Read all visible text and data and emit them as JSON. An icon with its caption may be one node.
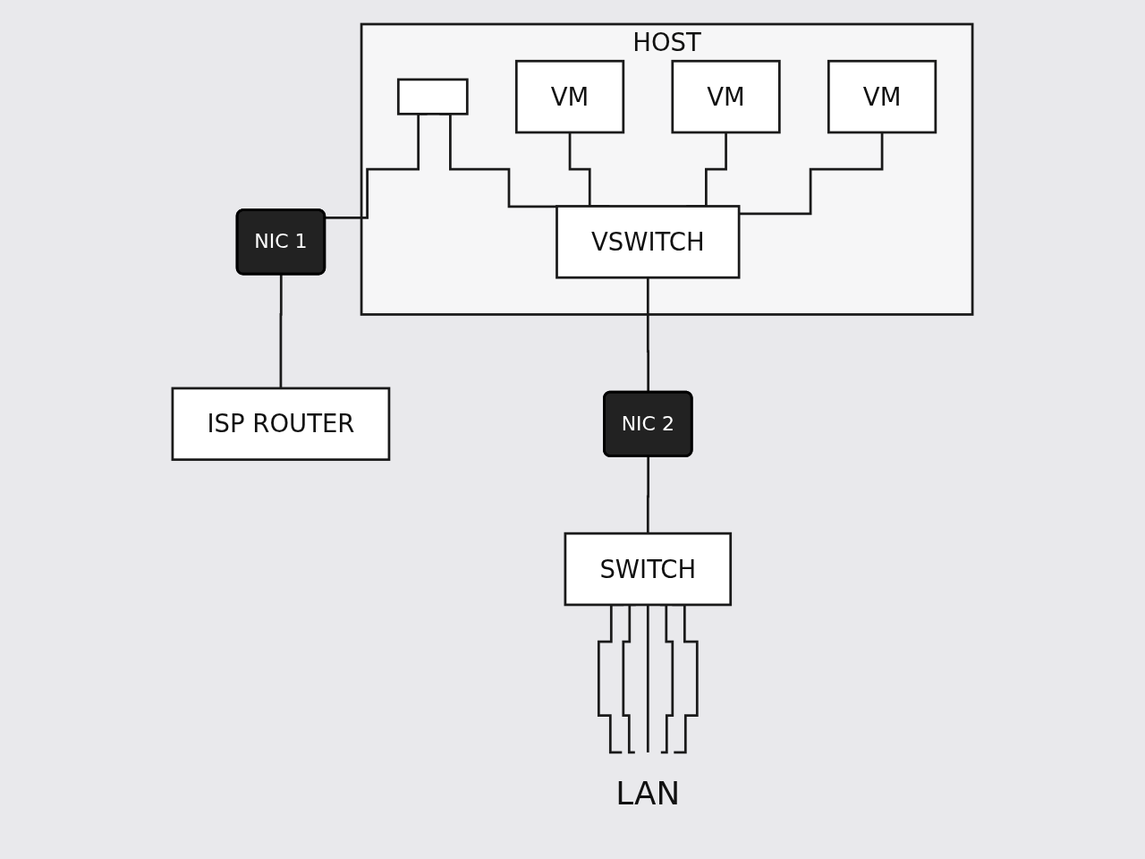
{
  "diagram": {
    "nodes": [
      {
        "text": [
          "HOST"
        ]
      },
      {
        "text": [],
        "shape": "box",
        "in": 0
      },
      {
        "text": [
          "VM"
        ],
        "in": 0
      },
      {
        "text": [
          "VSWITCH"
        ],
        "in": 0
      },
      {
        "text": [
          "VM"
        ],
        "in": 0
      },
      {
        "text": [
          "VM"
        ],
        "in": 0
      },
      {
        "text": [
          "NIC 1"
        ]
      },
      {
        "text": [
          "NIC 2"
        ]
      },
      {
        "text": [
          "ISP ROUTER"
        ]
      },
      {
        "text": [
          "SWITCH"
        ]
      },
      {
        "text": [
          "LAN"
        ]
      }
    ],
    "edges": [
      {
        "from": 1,
        "to": 6,
        "arrow": "none"
      },
      {
        "from": 6,
        "to": 8,
        "arrow": "none"
      },
      {
        "from": 1,
        "to": 3,
        "arrow": "none"
      },
      {
        "from": 2,
        "to": 3,
        "arrow": "none"
      },
      {
        "from": 4,
        "to": 3,
        "arrow": "none"
      },
      {
        "from": 5,
        "to": 3,
        "arrow": "none"
      },
      {
        "from": 3,
        "to": 7,
        "arrow": "none"
      },
      {
        "from": 7,
        "to": 9,
        "arrow": "none"
      },
      {
        "from": 9,
        "to": 10,
        "arrow": "none"
      },
      {
        "from": 9,
        "to": 10,
        "arrow": "none"
      },
      {
        "from": 9,
        "to": 10,
        "arrow": "none"
      },
      {
        "from": 9,
        "to": 10,
        "arrow": "none"
      },
      {
        "from": 9,
        "to": 10,
        "arrow": "none"
      }
    ]
  }
}
